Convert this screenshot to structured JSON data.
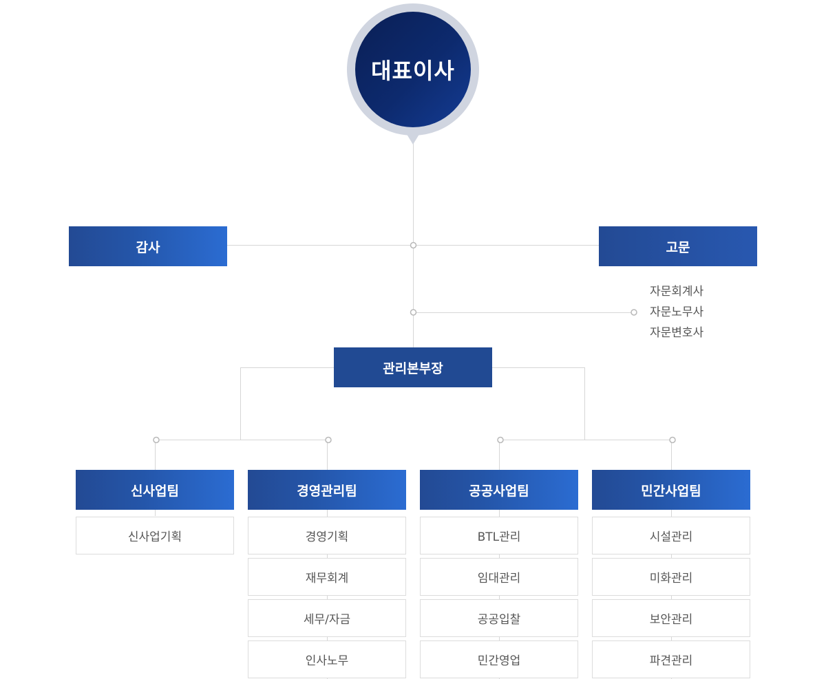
{
  "ceo": "대표이사",
  "auditor": "감사",
  "advisor": "고문",
  "advisors_list": [
    "자문회계사",
    "자문노무사",
    "자문변호사"
  ],
  "director": "관리본부장",
  "teams": [
    {
      "name": "신사업팀",
      "units": [
        "신사업기획"
      ]
    },
    {
      "name": "경영관리팀",
      "units": [
        "경영기획",
        "재무회계",
        "세무/자금",
        "인사노무"
      ]
    },
    {
      "name": "공공사업팀",
      "units": [
        "BTL관리",
        "임대관리",
        "공공입찰",
        "민간영업"
      ]
    },
    {
      "name": "민간사업팀",
      "units": [
        "시설관리",
        "미화관리",
        "보안관리",
        "파견관리"
      ]
    }
  ],
  "colors": {
    "ceo_fill": "#0d2a6e",
    "ceo_ring": "#d0d5e0",
    "box_blue_start": "#234a94",
    "box_blue_end": "#2b6cd2",
    "director_fill": "#214a93",
    "connector_line": "#d6d6d6",
    "node_circle": "#b8b8b8",
    "sub_border": "#dcdcdc",
    "sub_text": "#555555"
  }
}
